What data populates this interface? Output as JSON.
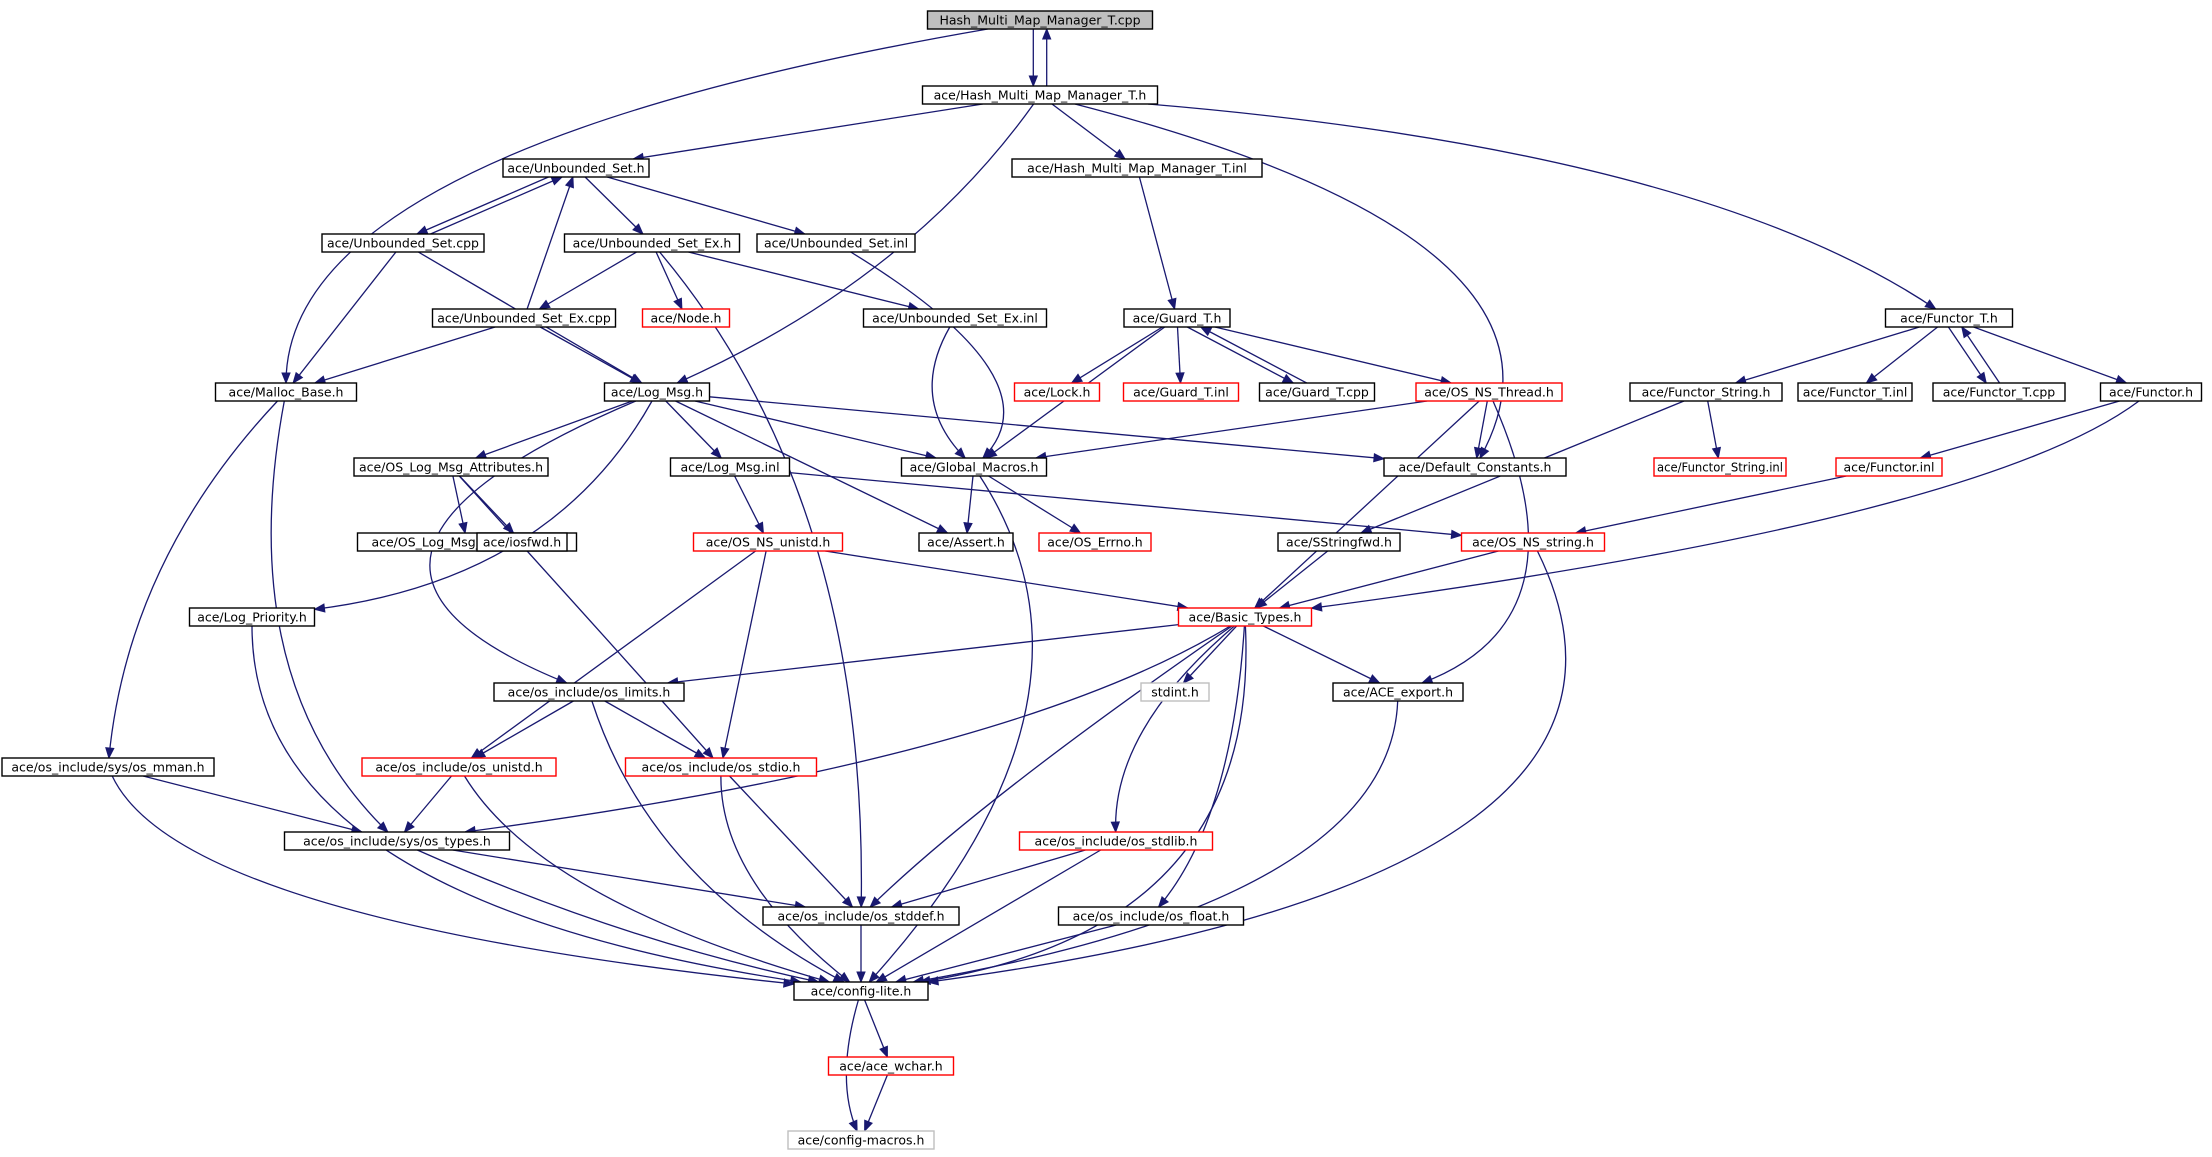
{
  "colors": {
    "edge": "#191970",
    "node_normal_border": "#000000",
    "node_root_fill": "#bfbfbf",
    "node_truncated_border": "#ff0000",
    "node_missing_border": "#bfbfbf",
    "background": "#ffffff"
  },
  "nodes": [
    {
      "id": "n0",
      "label": "Hash_Multi_Map_Manager_T.cpp",
      "kind": "root"
    },
    {
      "id": "n1",
      "label": "ace/Hash_Multi_Map_Manager_T.h",
      "kind": "normal"
    },
    {
      "id": "n2",
      "label": "ace/Unbounded_Set.h",
      "kind": "normal"
    },
    {
      "id": "n3",
      "label": "ace/Hash_Multi_Map_Manager_T.inl",
      "kind": "normal"
    },
    {
      "id": "n4",
      "label": "ace/Unbounded_Set.cpp",
      "kind": "normal"
    },
    {
      "id": "n5",
      "label": "ace/Unbounded_Set_Ex.h",
      "kind": "normal"
    },
    {
      "id": "n6",
      "label": "ace/Unbounded_Set.inl",
      "kind": "normal"
    },
    {
      "id": "n7",
      "label": "ace/Unbounded_Set_Ex.cpp",
      "kind": "normal"
    },
    {
      "id": "n8",
      "label": "ace/Node.h",
      "kind": "truncated"
    },
    {
      "id": "n9",
      "label": "ace/Unbounded_Set_Ex.inl",
      "kind": "normal"
    },
    {
      "id": "n10",
      "label": "ace/Guard_T.h",
      "kind": "normal"
    },
    {
      "id": "n11",
      "label": "ace/Functor_T.h",
      "kind": "normal"
    },
    {
      "id": "n12",
      "label": "ace/Malloc_Base.h",
      "kind": "normal"
    },
    {
      "id": "n13",
      "label": "ace/Log_Msg.h",
      "kind": "normal"
    },
    {
      "id": "n14",
      "label": "ace/Lock.h",
      "kind": "truncated"
    },
    {
      "id": "n15",
      "label": "ace/Guard_T.inl",
      "kind": "truncated"
    },
    {
      "id": "n16",
      "label": "ace/Guard_T.cpp",
      "kind": "normal"
    },
    {
      "id": "n17",
      "label": "ace/OS_NS_Thread.h",
      "kind": "truncated"
    },
    {
      "id": "n18",
      "label": "ace/Functor_String.h",
      "kind": "normal"
    },
    {
      "id": "n19",
      "label": "ace/Functor_T.inl",
      "kind": "normal"
    },
    {
      "id": "n20",
      "label": "ace/Functor_T.cpp",
      "kind": "normal"
    },
    {
      "id": "n21",
      "label": "ace/Functor.h",
      "kind": "normal"
    },
    {
      "id": "n22",
      "label": "ace/OS_Log_Msg_Attributes.h",
      "kind": "normal"
    },
    {
      "id": "n23",
      "label": "ace/Log_Msg.inl",
      "kind": "normal"
    },
    {
      "id": "n24",
      "label": "ace/Global_Macros.h",
      "kind": "normal"
    },
    {
      "id": "n25",
      "label": "ace/Default_Constants.h",
      "kind": "normal"
    },
    {
      "id": "n26",
      "label": "ace/Functor_String.inl",
      "kind": "truncated"
    },
    {
      "id": "n27",
      "label": "ace/Functor.inl",
      "kind": "truncated"
    },
    {
      "id": "n28",
      "label": "ace/OS_Log_Msg_Attributes.inl",
      "kind": "normal"
    },
    {
      "id": "n29",
      "label": "ace/iosfwd.h",
      "kind": "normal"
    },
    {
      "id": "n30",
      "label": "ace/OS_NS_unistd.h",
      "kind": "truncated"
    },
    {
      "id": "n31",
      "label": "ace/Assert.h",
      "kind": "normal"
    },
    {
      "id": "n32",
      "label": "ace/OS_Errno.h",
      "kind": "truncated"
    },
    {
      "id": "n33",
      "label": "ace/SStringfwd.h",
      "kind": "normal"
    },
    {
      "id": "n34",
      "label": "ace/OS_NS_string.h",
      "kind": "truncated"
    },
    {
      "id": "n35",
      "label": "ace/Log_Priority.h",
      "kind": "normal"
    },
    {
      "id": "n36",
      "label": "ace/Basic_Types.h",
      "kind": "truncated"
    },
    {
      "id": "n37",
      "label": "ace/os_include/os_limits.h",
      "kind": "normal"
    },
    {
      "id": "n38",
      "label": "stdint.h",
      "kind": "missing"
    },
    {
      "id": "n39",
      "label": "ace/ACE_export.h",
      "kind": "normal"
    },
    {
      "id": "n40",
      "label": "ace/os_include/sys/os_mman.h",
      "kind": "normal"
    },
    {
      "id": "n41",
      "label": "ace/os_include/os_unistd.h",
      "kind": "truncated"
    },
    {
      "id": "n42",
      "label": "ace/os_include/os_stdio.h",
      "kind": "truncated"
    },
    {
      "id": "n43",
      "label": "ace/os_include/sys/os_types.h",
      "kind": "normal"
    },
    {
      "id": "n44",
      "label": "ace/os_include/os_stdlib.h",
      "kind": "truncated"
    },
    {
      "id": "n45",
      "label": "ace/os_include/os_stddef.h",
      "kind": "normal"
    },
    {
      "id": "n46",
      "label": "ace/os_include/os_float.h",
      "kind": "normal"
    },
    {
      "id": "n47",
      "label": "ace/config-lite.h",
      "kind": "normal"
    },
    {
      "id": "n48",
      "label": "ace/ace_wchar.h",
      "kind": "truncated"
    },
    {
      "id": "n49",
      "label": "ace/config-macros.h",
      "kind": "missing"
    }
  ],
  "edges": [
    {
      "from": "n0",
      "to": "n1"
    },
    {
      "from": "n1",
      "to": "n0"
    },
    {
      "from": "n0",
      "to": "n12"
    },
    {
      "from": "n1",
      "to": "n2"
    },
    {
      "from": "n1",
      "to": "n3"
    },
    {
      "from": "n1",
      "to": "n13"
    },
    {
      "from": "n1",
      "to": "n25"
    },
    {
      "from": "n1",
      "to": "n11"
    },
    {
      "from": "n2",
      "to": "n4"
    },
    {
      "from": "n4",
      "to": "n2"
    },
    {
      "from": "n2",
      "to": "n5"
    },
    {
      "from": "n2",
      "to": "n6"
    },
    {
      "from": "n4",
      "to": "n12"
    },
    {
      "from": "n4",
      "to": "n13"
    },
    {
      "from": "n5",
      "to": "n7"
    },
    {
      "from": "n7",
      "to": "n2"
    },
    {
      "from": "n5",
      "to": "n8"
    },
    {
      "from": "n5",
      "to": "n9"
    },
    {
      "from": "n5",
      "to": "n45"
    },
    {
      "from": "n6",
      "to": "n24"
    },
    {
      "from": "n7",
      "to": "n12"
    },
    {
      "from": "n7",
      "to": "n13"
    },
    {
      "from": "n9",
      "to": "n24"
    },
    {
      "from": "n3",
      "to": "n10"
    },
    {
      "from": "n10",
      "to": "n14"
    },
    {
      "from": "n10",
      "to": "n15"
    },
    {
      "from": "n10",
      "to": "n16"
    },
    {
      "from": "n16",
      "to": "n10"
    },
    {
      "from": "n10",
      "to": "n17"
    },
    {
      "from": "n10",
      "to": "n24"
    },
    {
      "from": "n11",
      "to": "n18"
    },
    {
      "from": "n11",
      "to": "n19"
    },
    {
      "from": "n11",
      "to": "n20"
    },
    {
      "from": "n20",
      "to": "n11"
    },
    {
      "from": "n11",
      "to": "n21"
    },
    {
      "from": "n12",
      "to": "n40"
    },
    {
      "from": "n12",
      "to": "n43"
    },
    {
      "from": "n13",
      "to": "n22"
    },
    {
      "from": "n13",
      "to": "n23"
    },
    {
      "from": "n13",
      "to": "n24"
    },
    {
      "from": "n13",
      "to": "n25"
    },
    {
      "from": "n13",
      "to": "n31"
    },
    {
      "from": "n13",
      "to": "n35"
    },
    {
      "from": "n13",
      "to": "n37"
    },
    {
      "from": "n17",
      "to": "n24"
    },
    {
      "from": "n17",
      "to": "n25"
    },
    {
      "from": "n17",
      "to": "n36"
    },
    {
      "from": "n17",
      "to": "n39"
    },
    {
      "from": "n18",
      "to": "n26"
    },
    {
      "from": "n18",
      "to": "n33"
    },
    {
      "from": "n21",
      "to": "n27"
    },
    {
      "from": "n21",
      "to": "n36"
    },
    {
      "from": "n22",
      "to": "n28"
    },
    {
      "from": "n22",
      "to": "n29"
    },
    {
      "from": "n22",
      "to": "n42"
    },
    {
      "from": "n23",
      "to": "n30"
    },
    {
      "from": "n23",
      "to": "n34"
    },
    {
      "from": "n24",
      "to": "n31"
    },
    {
      "from": "n24",
      "to": "n32"
    },
    {
      "from": "n24",
      "to": "n47"
    },
    {
      "from": "n27",
      "to": "n34"
    },
    {
      "from": "n30",
      "to": "n36"
    },
    {
      "from": "n30",
      "to": "n41"
    },
    {
      "from": "n30",
      "to": "n42"
    },
    {
      "from": "n33",
      "to": "n36"
    },
    {
      "from": "n34",
      "to": "n36"
    },
    {
      "from": "n34",
      "to": "n47"
    },
    {
      "from": "n35",
      "to": "n47"
    },
    {
      "from": "n36",
      "to": "n37"
    },
    {
      "from": "n36",
      "to": "n38"
    },
    {
      "from": "n36",
      "to": "n39"
    },
    {
      "from": "n36",
      "to": "n43"
    },
    {
      "from": "n36",
      "to": "n44"
    },
    {
      "from": "n36",
      "to": "n45"
    },
    {
      "from": "n36",
      "to": "n46"
    },
    {
      "from": "n36",
      "to": "n47"
    },
    {
      "from": "n37",
      "to": "n41"
    },
    {
      "from": "n37",
      "to": "n42"
    },
    {
      "from": "n37",
      "to": "n47"
    },
    {
      "from": "n39",
      "to": "n47"
    },
    {
      "from": "n40",
      "to": "n43"
    },
    {
      "from": "n40",
      "to": "n47"
    },
    {
      "from": "n41",
      "to": "n43"
    },
    {
      "from": "n41",
      "to": "n47"
    },
    {
      "from": "n42",
      "to": "n45"
    },
    {
      "from": "n42",
      "to": "n47"
    },
    {
      "from": "n43",
      "to": "n45"
    },
    {
      "from": "n43",
      "to": "n47"
    },
    {
      "from": "n44",
      "to": "n45"
    },
    {
      "from": "n44",
      "to": "n47"
    },
    {
      "from": "n45",
      "to": "n47"
    },
    {
      "from": "n46",
      "to": "n47"
    },
    {
      "from": "n47",
      "to": "n48"
    },
    {
      "from": "n47",
      "to": "n49"
    },
    {
      "from": "n48",
      "to": "n49"
    }
  ]
}
